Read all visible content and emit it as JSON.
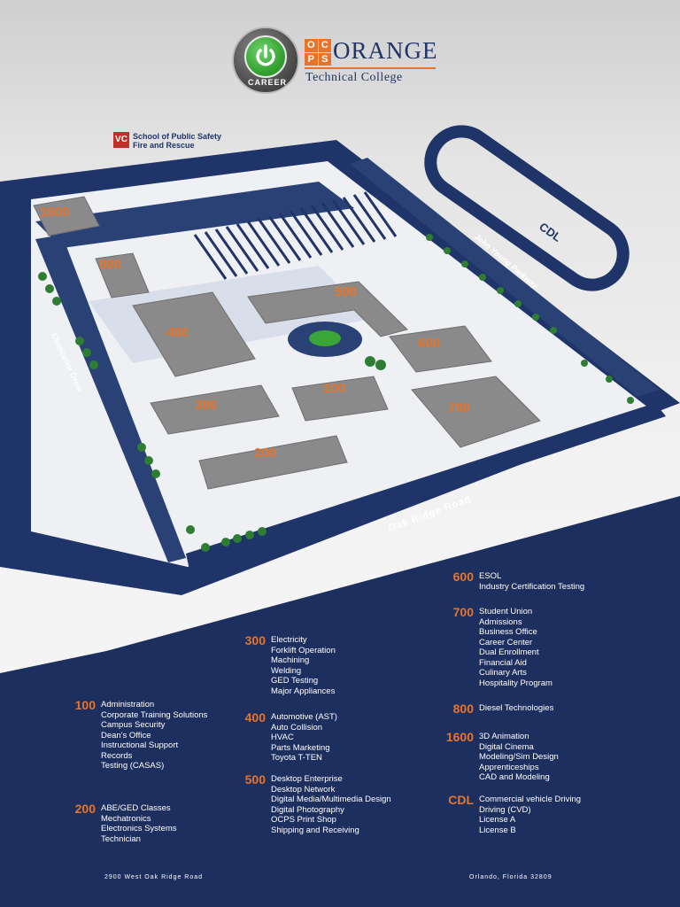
{
  "header": {
    "logo_text": "CAREER",
    "ocps_letters": [
      "O",
      "C",
      "P",
      "S"
    ],
    "brand_name": "ORANGE",
    "brand_sub": "Technical College"
  },
  "school_badge": {
    "icon": "VC",
    "line1": "School of Public Safety",
    "line2": "Fire and Rescue"
  },
  "map": {
    "roads": {
      "chancellor": "Chancellor Drive",
      "john_young": "John Young Parkway",
      "oak_ridge": "Oak Ridge Road",
      "cdl": "CDL"
    },
    "building_labels": [
      "1600",
      "800",
      "400",
      "500",
      "600",
      "300",
      "100",
      "700",
      "200"
    ],
    "colors": {
      "navy": "#1f3468",
      "orange": "#e8742b",
      "building": "#8a8a8a",
      "green": "#3aa63a"
    }
  },
  "legend": [
    {
      "num": "100",
      "items": [
        "Administration",
        "Corporate Training Solutions",
        "Campus Security",
        "Dean's Office",
        "Instructional Support",
        "Records",
        "Testing (CASAS)"
      ]
    },
    {
      "num": "200",
      "items": [
        "ABE/GED Classes",
        "Mechatronics",
        "Electronics Systems",
        "Technician"
      ]
    },
    {
      "num": "300",
      "items": [
        "Electricity",
        "Forklift Operation",
        "Machining",
        "Welding",
        "GED Testing",
        "Major Appliances"
      ]
    },
    {
      "num": "400",
      "items": [
        "Automotive (AST)",
        "Auto Collision",
        "HVAC",
        "Parts Marketing",
        "Toyota T-TEN"
      ]
    },
    {
      "num": "500",
      "items": [
        "Desktop Enterprise",
        "Desktop Network",
        "Digital Media/Multimedia Design",
        "Digital Photography",
        "OCPS Print Shop",
        "Shipping and Receiving"
      ]
    },
    {
      "num": "600",
      "items": [
        "ESOL",
        "Industry Certification Testing"
      ]
    },
    {
      "num": "700",
      "items": [
        "Student Union",
        "Admissions",
        "Business Office",
        "Career Center",
        "Dual Enrollment",
        "Financial Aid",
        "Culinary Arts",
        "Hospitality Program"
      ]
    },
    {
      "num": "800",
      "items": [
        "Diesel Technologies"
      ]
    },
    {
      "num": "1600",
      "items": [
        "3D Animation",
        "Digital Cinema",
        "Modeling/Sim Design",
        "Apprenticeships",
        "CAD and Modeling"
      ]
    },
    {
      "num": "CDL",
      "items": [
        "Commercial vehicle Driving",
        "Driving (CVD)",
        "License A",
        "License B"
      ]
    }
  ],
  "footer": {
    "address": "2900 West Oak Ridge Road",
    "city": "Orlando, Florida 32809"
  }
}
